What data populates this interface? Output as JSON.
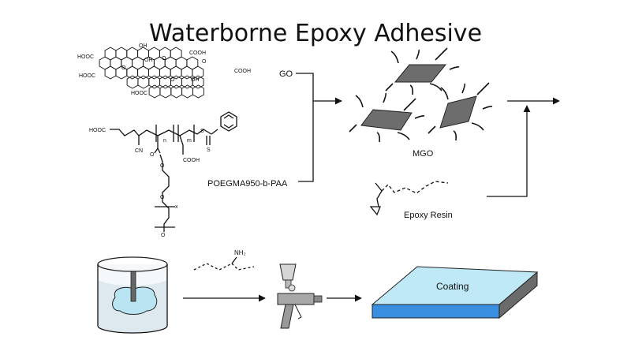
{
  "title": "Waterborne Epoxy Adhesive",
  "labels": {
    "go": "GO",
    "polymer": "POEGMA950-b-PAA",
    "mgo": "MGO",
    "epoxy": "Epoxy Resin",
    "amine": "NH₂",
    "coating": "Coating"
  },
  "go_groups": [
    "HOOC",
    "HOOC",
    "HOOC",
    "OH",
    "OH",
    "OH",
    "COOH",
    "COOH",
    "O",
    "O",
    "O",
    "O"
  ],
  "polymer_groups": [
    "HOOC",
    "CN",
    "COOH",
    "n",
    "m",
    "S",
    "S",
    "O",
    "O",
    "O",
    "O",
    "x"
  ],
  "colors": {
    "sheet": "#6d6d6d",
    "water": "#b9e4f2",
    "coating_top": "#bfe9f7",
    "coating_front": "#3b8fe0",
    "coating_side": "#6b6b6b"
  }
}
